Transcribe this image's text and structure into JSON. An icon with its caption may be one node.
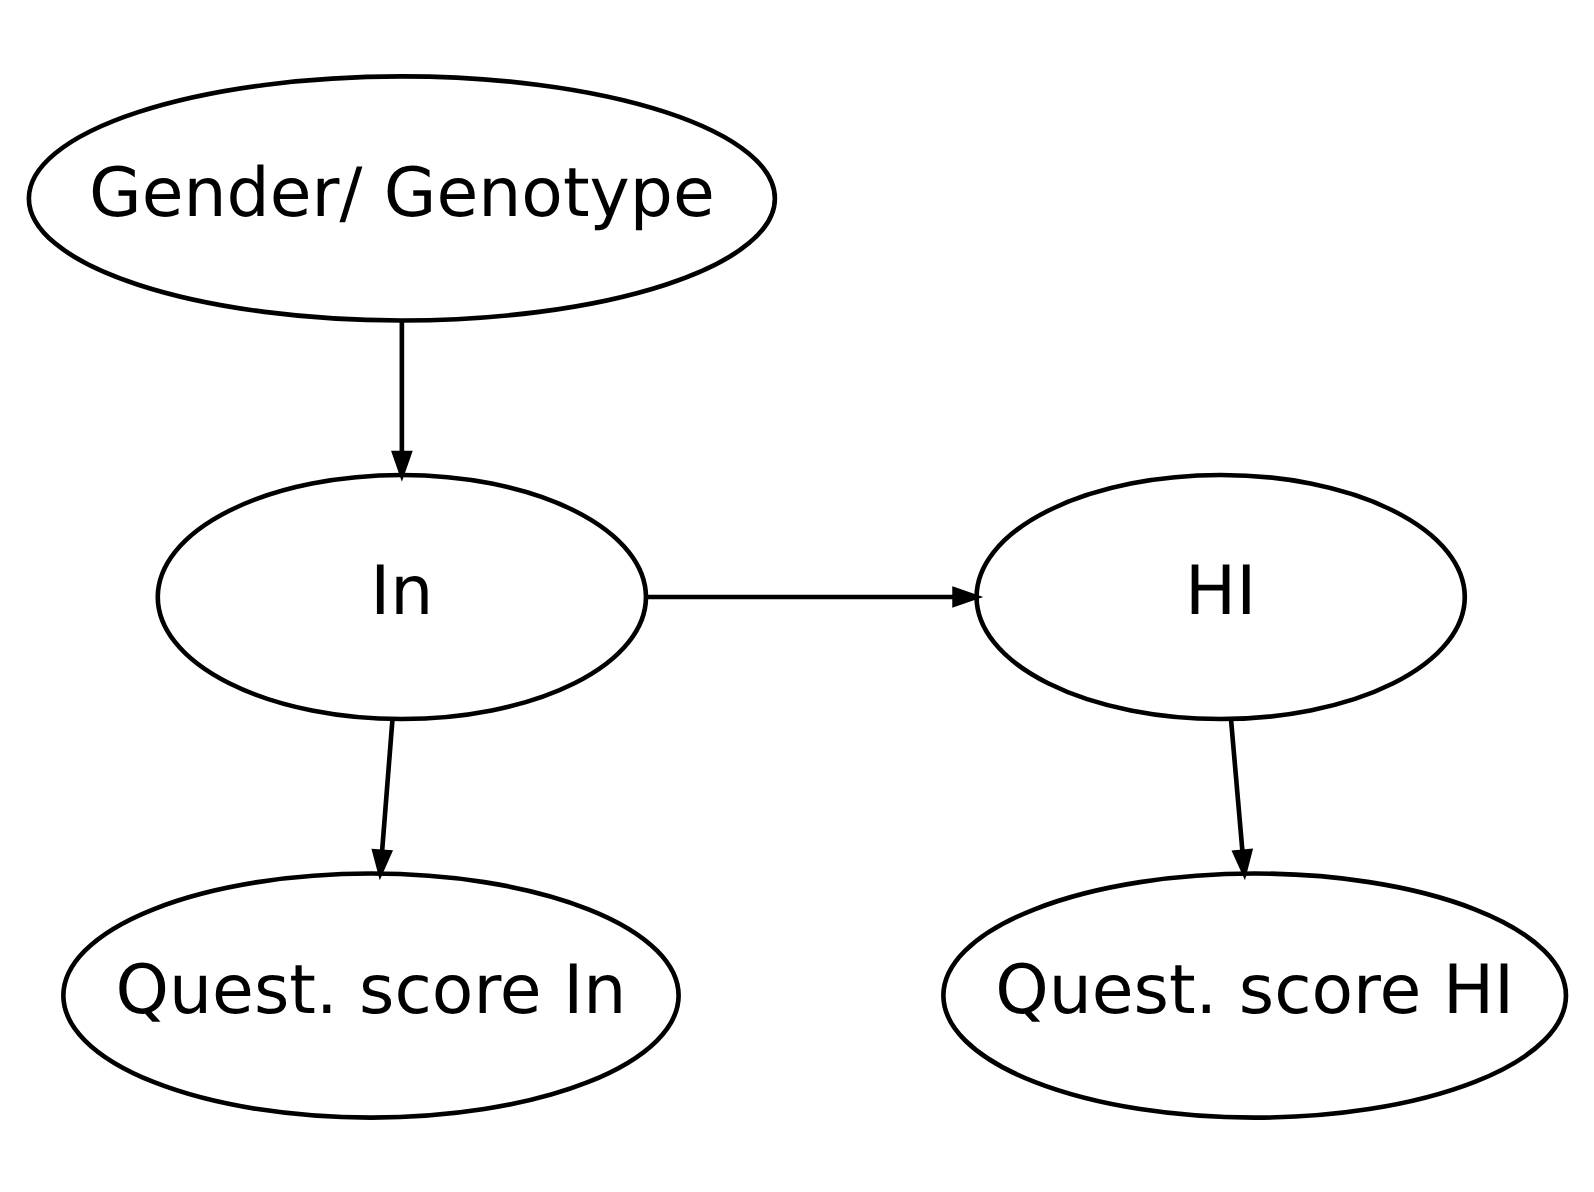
{
  "diagram": {
    "nodes": [
      {
        "text": [
          "Gender/ Genotype"
        ]
      },
      {
        "text": [
          "In"
        ]
      },
      {
        "text": [
          "HI"
        ]
      },
      {
        "text": [
          "Quest. score In"
        ]
      },
      {
        "text": [
          "Quest. score HI"
        ]
      }
    ],
    "edges": [
      {
        "from": 0,
        "to": 1,
        "arrow": "to"
      },
      {
        "from": 1,
        "to": 2,
        "arrow": "to"
      },
      {
        "from": 1,
        "to": 3,
        "arrow": "to"
      },
      {
        "from": 2,
        "to": 4,
        "arrow": "to"
      }
    ]
  }
}
